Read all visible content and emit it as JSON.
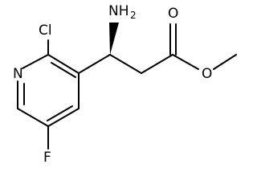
{
  "molecule": {
    "atom_labels": {
      "amine_main": "NH",
      "amine_sub": "2",
      "chlorine": "Cl",
      "ring_nitrogen": "N",
      "fluorine": "F",
      "carbonyl_oxygen": "O",
      "ester_oxygen": "O"
    },
    "colors": {
      "bond": "#000000",
      "text": "#000000",
      "background": "#ffffff"
    }
  }
}
